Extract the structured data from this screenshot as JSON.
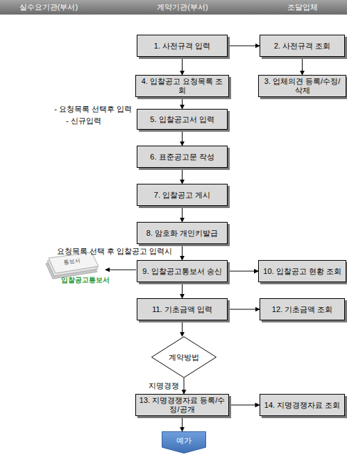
{
  "diagram": {
    "nodes": [
      {
        "text": [
          "1. 사전규격 입력"
        ]
      },
      {
        "text": [
          "2. 사전규격 조회"
        ]
      },
      {
        "text": [
          "4. 입찰공고 요청목록 조회"
        ]
      },
      {
        "text": [
          "3. 업체의견 등록/수정/삭제"
        ]
      },
      {
        "text": [
          "5. 입찰공고서 입력"
        ]
      },
      {
        "text": [
          "6. 표준공고문 작성"
        ]
      },
      {
        "text": [
          "7. 입찰공고 게시"
        ]
      },
      {
        "text": [
          "8. 암호화 개인키발급"
        ]
      },
      {
        "text": [
          "9. 입찰공고통보서 송신"
        ]
      },
      {
        "text": [
          "10. 입찰공고 현황 조회"
        ]
      },
      {
        "text": [
          "11. 기초금액 입력"
        ]
      },
      {
        "text": [
          "12. 기초금액 조회"
        ]
      },
      {
        "text": [
          "계약방법"
        ]
      },
      {
        "text": [
          "13. 지명경쟁자료 등록/수정/공개"
        ]
      },
      {
        "text": [
          "14. 지명경쟁자료 조회"
        ]
      },
      {
        "text": [
          "예가"
        ]
      }
    ],
    "edges": [
      {
        "from": 0,
        "to": 1,
        "arrow": "to"
      },
      {
        "from": 1,
        "to": 3,
        "arrow": "to"
      },
      {
        "from": 0,
        "to": 2,
        "arrow": "to"
      },
      {
        "from": 2,
        "to": 4,
        "arrow": "to"
      },
      {
        "from": 4,
        "to": 5,
        "arrow": "to"
      },
      {
        "from": 5,
        "to": 6,
        "arrow": "to"
      },
      {
        "from": 6,
        "to": 7,
        "arrow": "to"
      },
      {
        "from": 7,
        "to": 8,
        "arrow": "to"
      },
      {
        "from": 8,
        "to": 9,
        "arrow": "to"
      },
      {
        "from": 8,
        "to": 10,
        "arrow": "to"
      },
      {
        "from": 10,
        "to": 11,
        "arrow": "to"
      },
      {
        "from": 10,
        "to": 12,
        "arrow": "to"
      },
      {
        "from": 12,
        "to": 13,
        "label": "지명경쟁",
        "arrow": "to"
      },
      {
        "from": 13,
        "to": 14,
        "arrow": "to"
      },
      {
        "from": 13,
        "to": 15,
        "arrow": "to"
      }
    ],
    "labels": [
      "실수요기관(부서)",
      "계약기관(부서)",
      "조달업체",
      "- 요청목록 선택후 입력",
      "- 신규입력",
      "요청목록 선택 후 입찰공고 입력시",
      "통보서",
      "입찰공고통보서"
    ]
  }
}
